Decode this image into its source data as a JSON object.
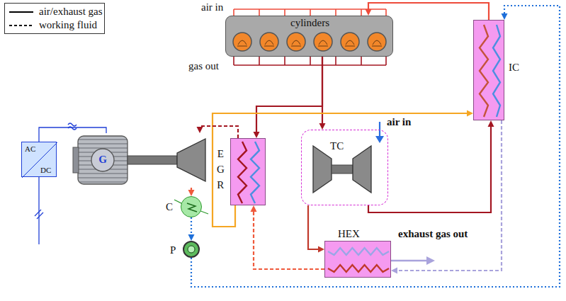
{
  "diagram": {
    "nodes": [
      {
        "text": [
          "cylinders"
        ]
      },
      {
        "text": [
          "IC"
        ]
      },
      {
        "text": [
          "AC",
          "DC"
        ]
      },
      {
        "text": [
          "G"
        ]
      },
      {
        "text": [
          "E G R"
        ]
      },
      {
        "text": [
          "TC"
        ]
      },
      {
        "text": [
          "HEX"
        ]
      },
      {
        "text": [
          "C"
        ]
      },
      {
        "text": [
          "P"
        ]
      }
    ],
    "edges": [
      {
        "from": 0,
        "to": 5,
        "arrow": "to"
      },
      {
        "from": 0,
        "to": 4,
        "arrow": "to"
      },
      {
        "from": 5,
        "to": 1,
        "arrow": "to"
      },
      {
        "from": 1,
        "to": 0,
        "arrow": "to"
      },
      {
        "from": 5,
        "to": 6,
        "arrow": "to"
      },
      {
        "from": 4,
        "to": 1,
        "arrow": "to"
      },
      {
        "from": 8,
        "to": 1,
        "arrow": "to"
      },
      {
        "from": 1,
        "to": 6,
        "arrow": "to"
      },
      {
        "from": 6,
        "to": 4,
        "arrow": "to"
      },
      {
        "from": 4,
        "to": 3,
        "arrow": "to"
      },
      {
        "from": 3,
        "to": 7,
        "arrow": "to"
      },
      {
        "from": 7,
        "to": 8,
        "arrow": "to"
      },
      {
        "from": 2,
        "to": 3,
        "arrow": "none"
      }
    ],
    "labels": [
      "air in",
      "gas out",
      "air in",
      "exhaust gas out"
    ],
    "legend": [
      {
        "text": "air/exhaust gas"
      },
      {
        "text": "working fluid"
      }
    ]
  }
}
